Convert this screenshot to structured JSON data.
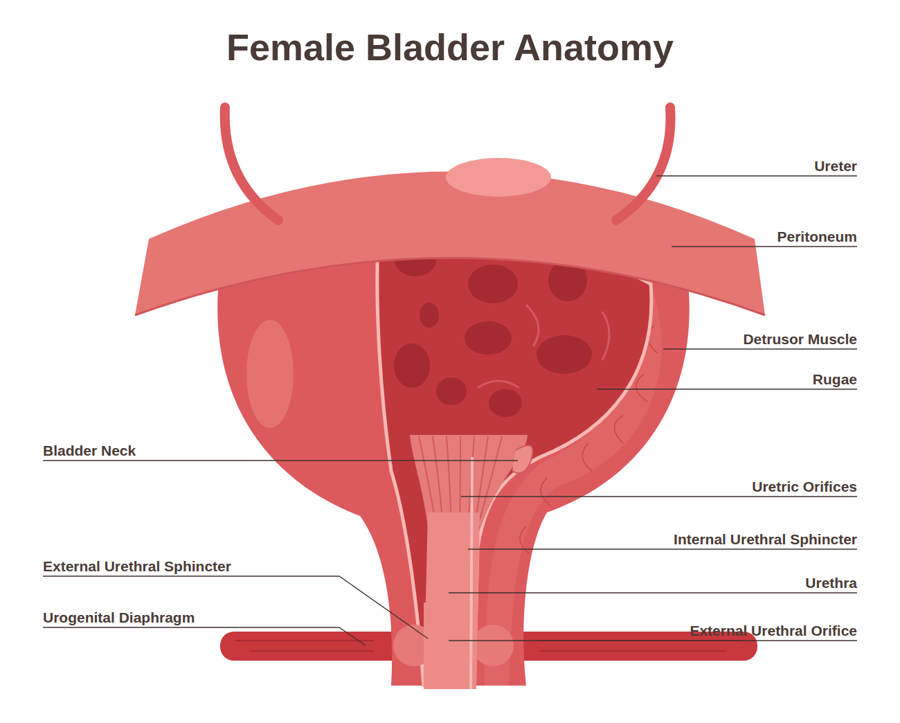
{
  "diagram": {
    "title": "Female Bladder Anatomy",
    "labels": [
      "Ureter",
      "Peritoneum",
      "Detrusor Muscle",
      "Rugae",
      "Bladder Neck",
      "Uretric Orifices",
      "External Urethral Sphincter",
      "Internal Urethral Sphincter",
      "Urethra",
      "Urogenital Diaphragm",
      "External Urethral Orifice"
    ]
  }
}
